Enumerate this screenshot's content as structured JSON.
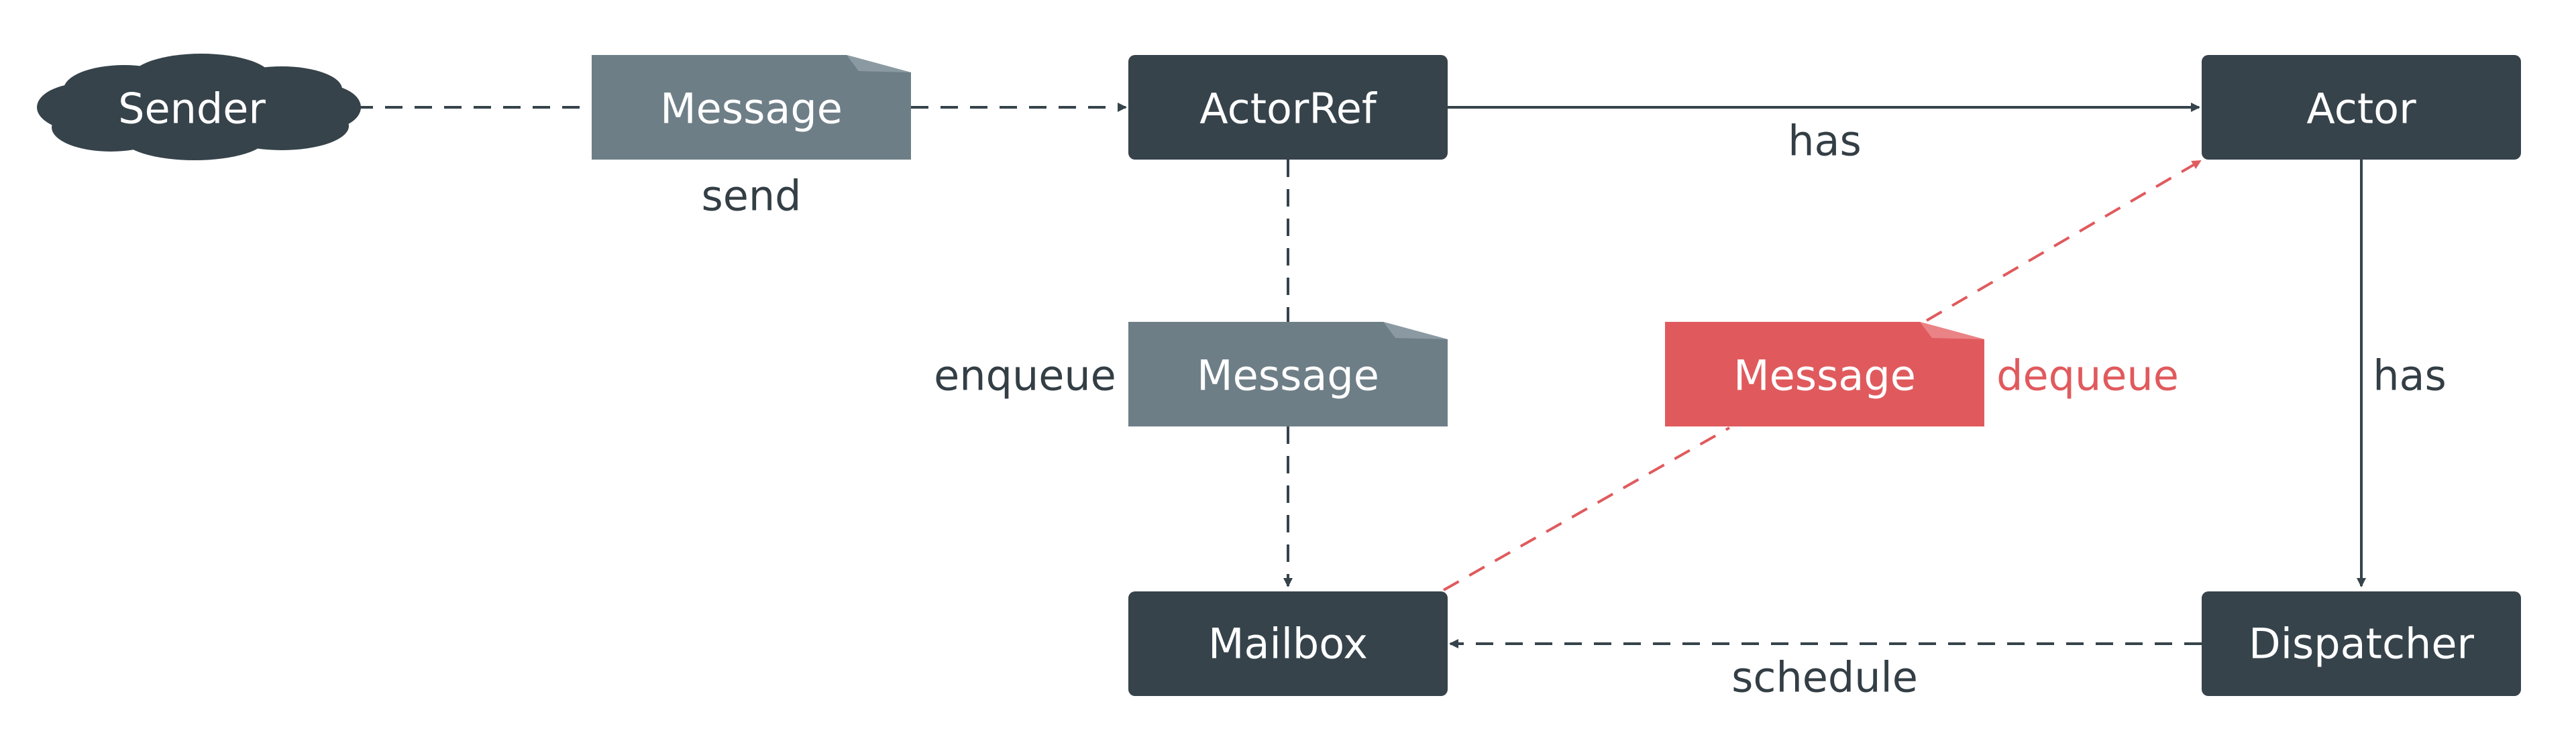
{
  "colors": {
    "node": "#36434b",
    "note": "#6e7e87",
    "note_fold": "#8b9aa2",
    "highlight": "#e05a5d",
    "highlight_fold": "#ea8385",
    "edge": "#36434b",
    "text_light": "#ffffff",
    "text_dark": "#333e45",
    "text_highlight": "#e05a5d"
  },
  "nodes": {
    "sender": "Sender",
    "actorref": "ActorRef",
    "actor": "Actor",
    "mailbox": "Mailbox",
    "dispatcher": "Dispatcher"
  },
  "messages": {
    "send_note": "Message",
    "enqueue_note": "Message",
    "dequeue_note": "Message"
  },
  "edge_labels": {
    "send": "send",
    "has_actor": "has",
    "enqueue": "enqueue",
    "dequeue": "dequeue",
    "has_dispatcher": "has",
    "schedule": "schedule"
  }
}
